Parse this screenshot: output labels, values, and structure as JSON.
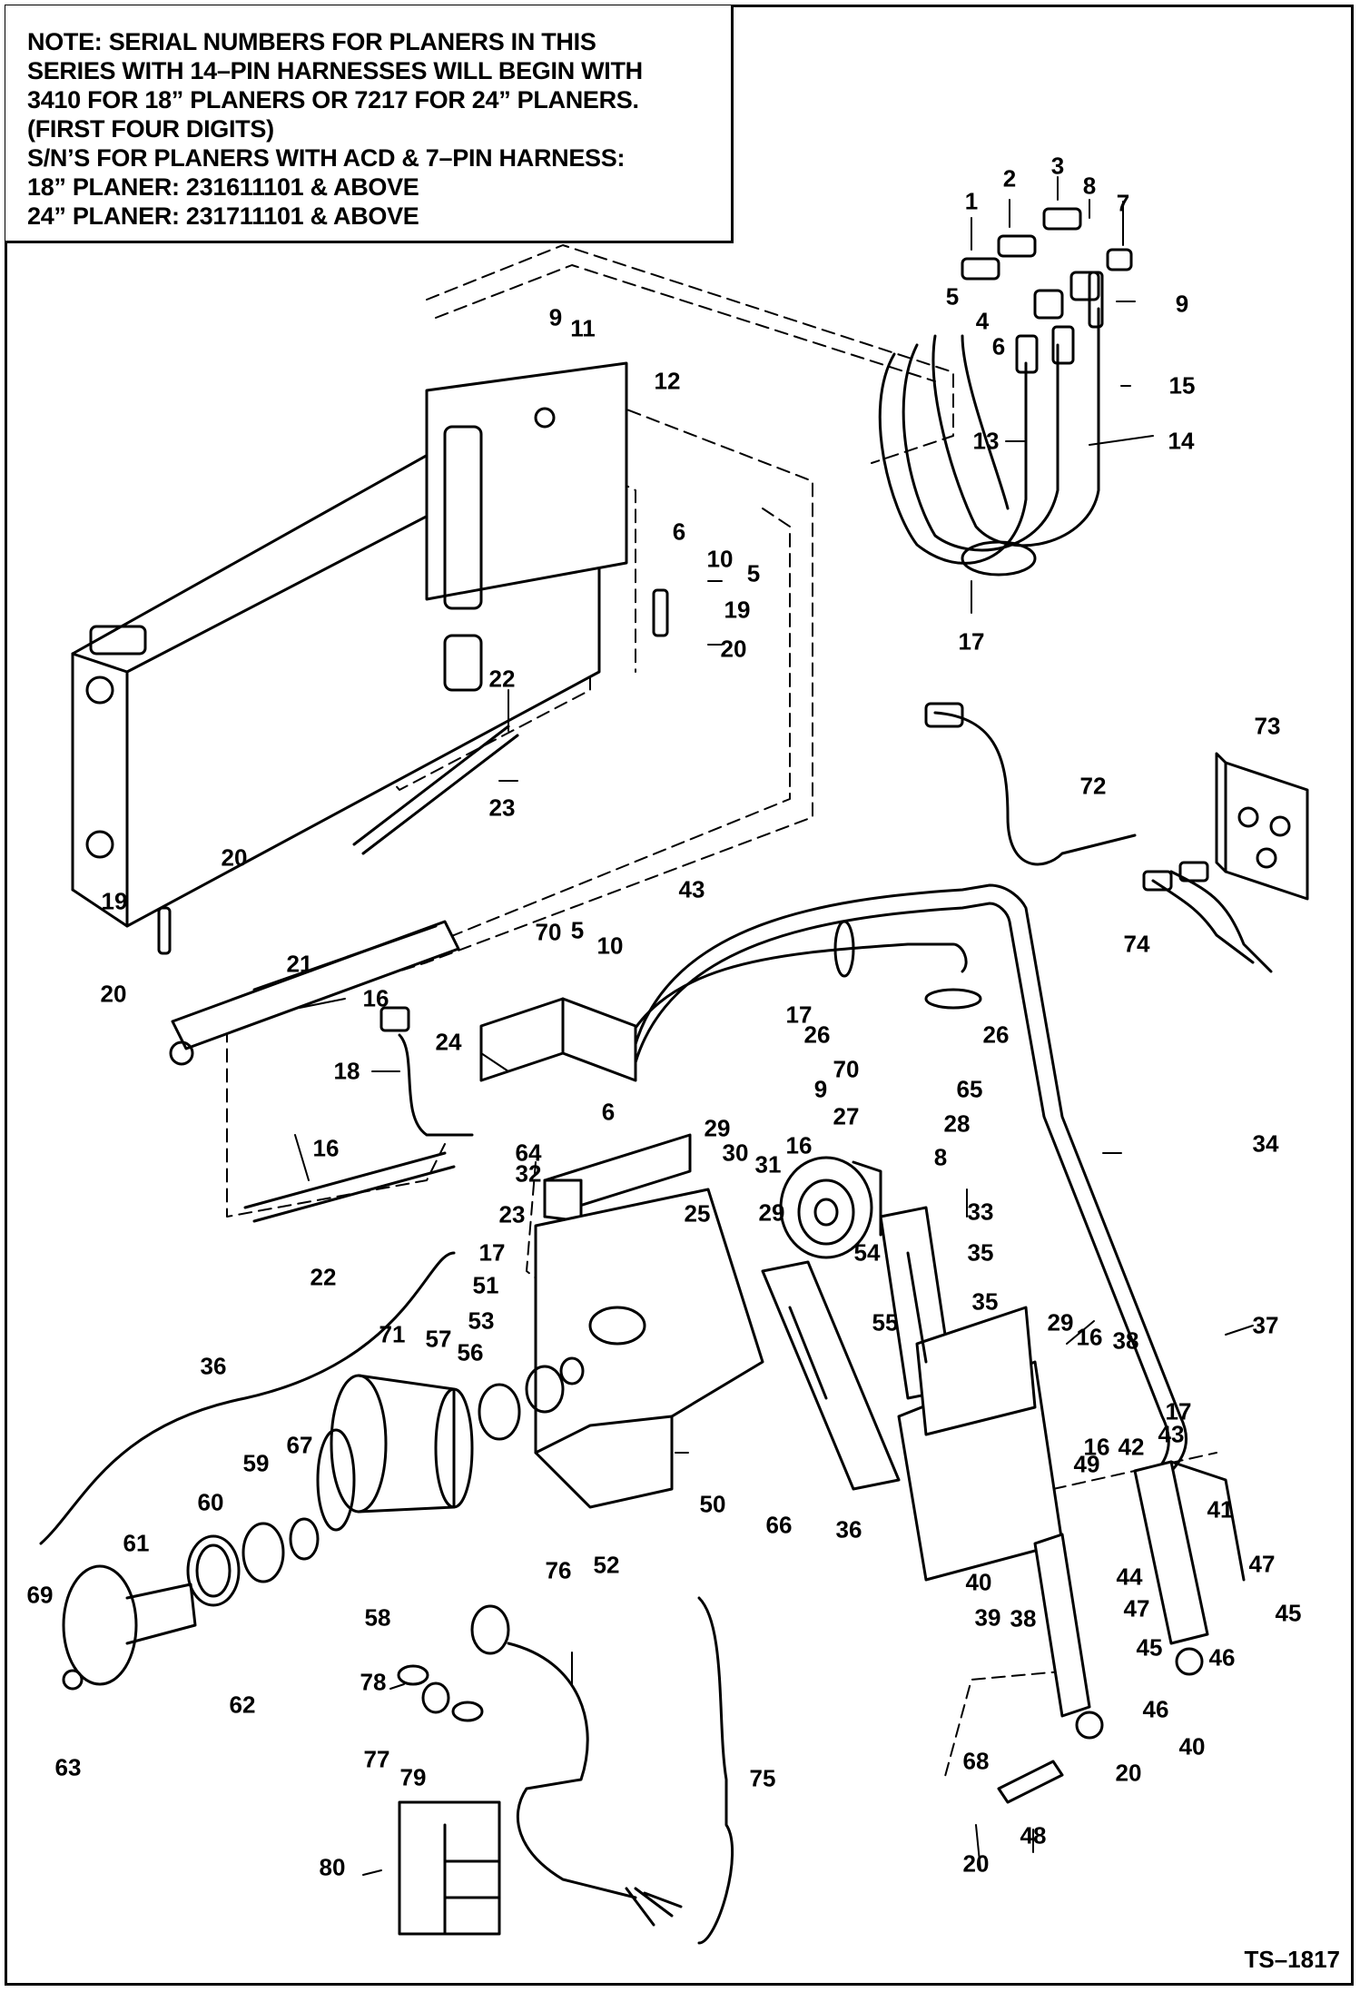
{
  "note": {
    "lines": [
      "NOTE: SERIAL NUMBERS FOR PLANERS IN THIS",
      "SERIES WITH 14–PIN HARNESSES WILL BEGIN WITH",
      "3410 FOR 18” PLANERS OR 7217 FOR 24” PLANERS.",
      "(FIRST FOUR DIGITS)",
      "S/N’S FOR PLANERS WITH ACD & 7–PIN HARNESS:",
      "18” PLANER:  231611101 & ABOVE",
      "24” PLANER:  231711101 & ABOVE"
    ]
  },
  "callouts": [
    "1",
    "2",
    "3",
    "8",
    "7",
    "5",
    "4",
    "9",
    "6",
    "15",
    "14",
    "13",
    "17",
    "9",
    "11",
    "12",
    "6",
    "10",
    "5",
    "19",
    "20",
    "22",
    "23",
    "20",
    "19",
    "21",
    "20",
    "73",
    "72",
    "74",
    "43",
    "70",
    "5",
    "10",
    "17",
    "26",
    "26",
    "16",
    "24",
    "18",
    "6",
    "70",
    "65",
    "9",
    "27",
    "28",
    "29",
    "16",
    "8",
    "64",
    "30",
    "31",
    "32",
    "16",
    "22",
    "23",
    "25",
    "29",
    "33",
    "34",
    "17",
    "51",
    "53",
    "54",
    "35",
    "35",
    "36",
    "71",
    "57",
    "56",
    "55",
    "29",
    "16",
    "38",
    "37",
    "17",
    "43",
    "42",
    "16",
    "41",
    "60",
    "59",
    "67",
    "61",
    "69",
    "62",
    "63",
    "58",
    "50",
    "52",
    "66",
    "36",
    "49",
    "47",
    "40",
    "44",
    "39",
    "38",
    "47",
    "45",
    "45",
    "46",
    "46",
    "40",
    "20",
    "48",
    "20",
    "68",
    "76",
    "78",
    "77",
    "79",
    "75",
    "80"
  ],
  "drawing_code": "TS–1817"
}
